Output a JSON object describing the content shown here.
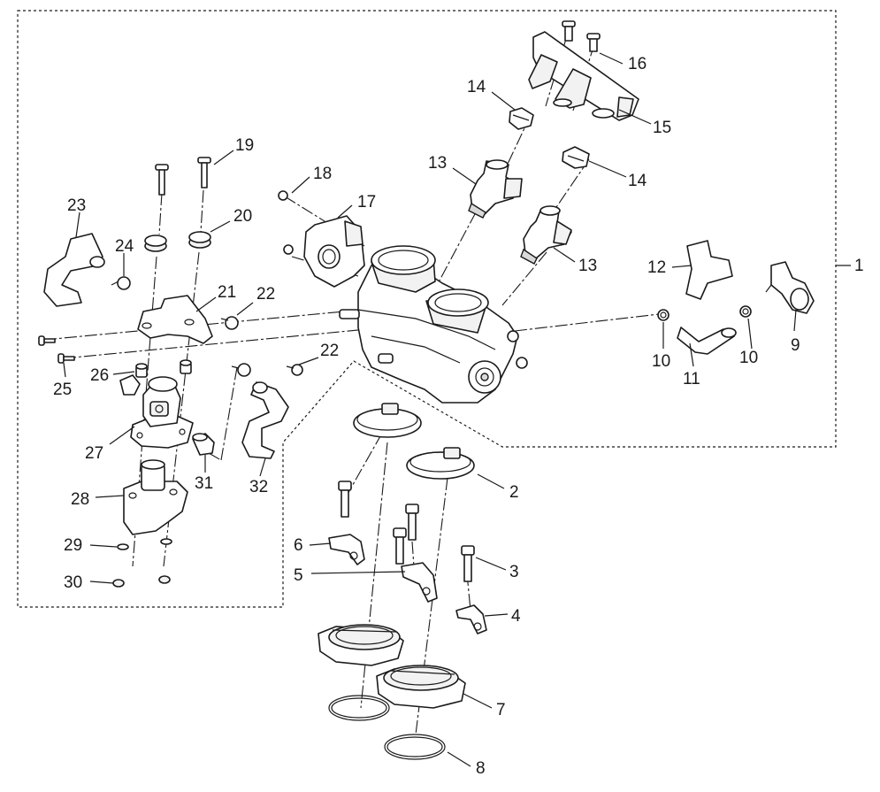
{
  "labels": [
    "1",
    "2",
    "3",
    "4",
    "5",
    "6",
    "7",
    "8",
    "9",
    "10",
    "10",
    "11",
    "12",
    "13",
    "13",
    "14",
    "14",
    "15",
    "16",
    "17",
    "18",
    "19",
    "20",
    "21",
    "22",
    "22",
    "23",
    "24",
    "25",
    "26",
    "27",
    "28",
    "29",
    "30",
    "31",
    "32"
  ]
}
